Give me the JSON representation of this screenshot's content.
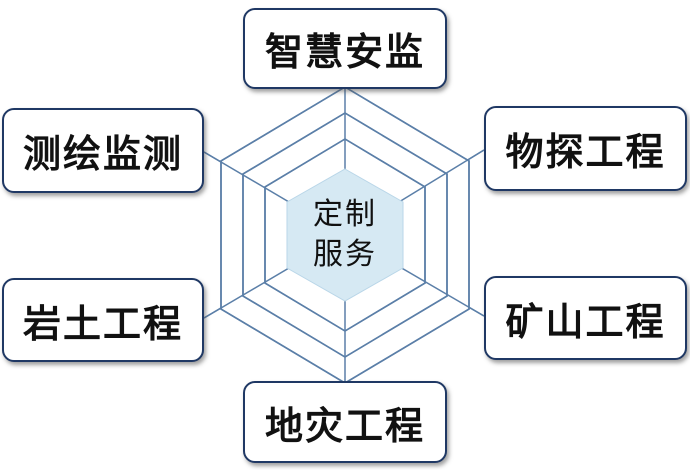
{
  "center": {
    "line1": "定制",
    "line2": "服务"
  },
  "nodes": {
    "top": "智慧安监",
    "upper_left": "测绘监测",
    "upper_right": "物探工程",
    "lower_left": "岩土工程",
    "lower_right": "矿山工程",
    "bottom": "地灾工程"
  },
  "colors": {
    "hexagon_stroke": "#5b7fa8",
    "center_fill": "#d6e9f3",
    "box_border": "#1f3864"
  }
}
